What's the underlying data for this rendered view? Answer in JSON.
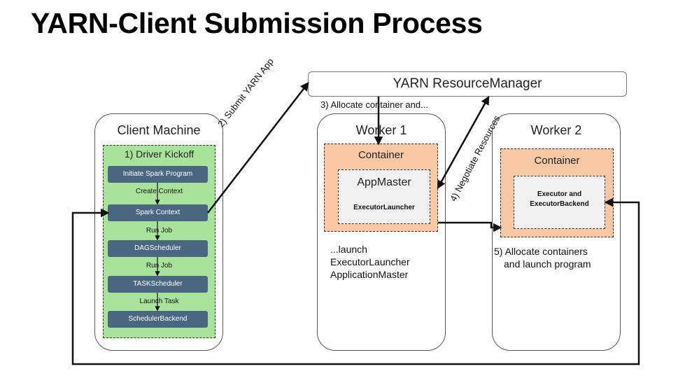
{
  "title": "YARN-Client Submission Process",
  "resource_manager": {
    "label": "YARN ResourceManager"
  },
  "client": {
    "title": "Client Machine",
    "driver_title": "1) Driver Kickoff",
    "steps": [
      "Initiate Spark Program",
      "Spark Context",
      "DAGScheduler",
      "TASKScheduler",
      "SchedulerBackend"
    ],
    "flows": [
      "Create Context",
      "Run Job",
      "Run Job",
      "Launch Task"
    ]
  },
  "worker1": {
    "title": "Worker 1",
    "container_title": "Container",
    "appmaster_title": "AppMaster",
    "appmaster_sub": "ExecutorLauncher",
    "caption_lines": [
      "...launch",
      "ExecutorLauncher",
      "ApplicationMaster"
    ]
  },
  "worker2": {
    "title": "Worker 2",
    "container_title": "Container",
    "executor_lines": [
      "Executor and",
      "ExecutorBackend"
    ],
    "caption_lines": [
      "5) Allocate containers",
      "and launch program"
    ]
  },
  "arrows": {
    "submit": "2) Submit YARN App",
    "allocate": "3) Allocate container and...",
    "negotiate": "4) Negotiate Resources"
  }
}
